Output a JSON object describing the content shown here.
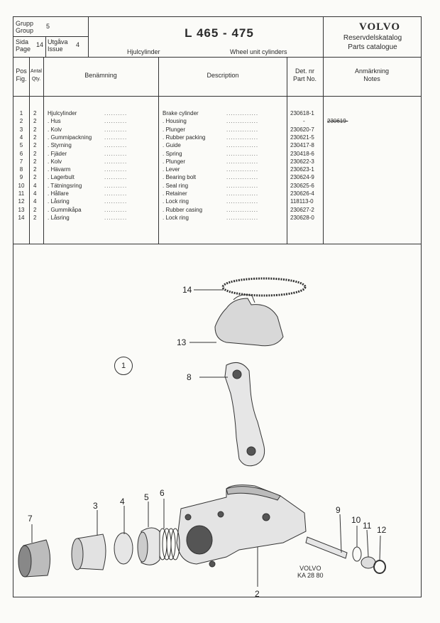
{
  "header": {
    "group_label": "Grupp\nGroup",
    "group_value": "5",
    "page_label": "Sida\nPage",
    "page_value": "14",
    "issue_label": "Utgåva\nIssue",
    "issue_value": "4",
    "title": "L 465 - 475",
    "sub_sv": "Hjulcylinder",
    "sub_en": "Wheel unit cylinders",
    "brand": "VOLVO",
    "catalog_sv": "Reservdelskatalog",
    "catalog_en": "Parts catalogue"
  },
  "columns": {
    "pos": "Pos\nFig.",
    "qty": "Antal\nQty.",
    "name_sv": "Benämning",
    "name_en": "Description",
    "partno": "Det. nr\nPart No.",
    "notes": "Anmärkning\nNotes"
  },
  "rows": [
    {
      "pos": "1",
      "qty": "2",
      "sv": "Hjulcylinder",
      "en": "Brake cylinder",
      "part": "230618-1",
      "note": ""
    },
    {
      "pos": "2",
      "qty": "2",
      "sv": ". Hus",
      "en": ". Housing",
      "part": "-",
      "note": "230619-"
    },
    {
      "pos": "3",
      "qty": "2",
      "sv": ". Kolv",
      "en": ". Plunger",
      "part": "230620-7",
      "note": ""
    },
    {
      "pos": "4",
      "qty": "2",
      "sv": ". Gummipackning",
      "en": ". Rubber packing",
      "part": "230621-5",
      "note": ""
    },
    {
      "pos": "5",
      "qty": "2",
      "sv": ". Styrning",
      "en": ". Guide",
      "part": "230417-8",
      "note": ""
    },
    {
      "pos": "6",
      "qty": "2",
      "sv": ". Fjäder",
      "en": ". Spring",
      "part": "230418-6",
      "note": ""
    },
    {
      "pos": "7",
      "qty": "2",
      "sv": ". Kolv",
      "en": ". Plunger",
      "part": "230622-3",
      "note": ""
    },
    {
      "pos": "8",
      "qty": "2",
      "sv": ". Hävarm",
      "en": ". Lever",
      "part": "230623-1",
      "note": ""
    },
    {
      "pos": "9",
      "qty": "2",
      "sv": ". Lagerbult",
      "en": ". Bearing bolt",
      "part": "230624-9",
      "note": ""
    },
    {
      "pos": "10",
      "qty": "4",
      "sv": ". Tätningsring",
      "en": ". Seal ring",
      "part": "230625-6",
      "note": ""
    },
    {
      "pos": "11",
      "qty": "4",
      "sv": ". Hållare",
      "en": ". Retainer",
      "part": "230626-4",
      "note": ""
    },
    {
      "pos": "12",
      "qty": "4",
      "sv": ". Låsring",
      "en": ". Lock ring",
      "part": "118113-0",
      "note": ""
    },
    {
      "pos": "13",
      "qty": "2",
      "sv": ". Gummikåpa",
      "en": ". Rubber casing",
      "part": "230627-2",
      "note": ""
    },
    {
      "pos": "14",
      "qty": "2",
      "sv": ". Låsring",
      "en": ". Lock ring",
      "part": "230628-0",
      "note": ""
    }
  ],
  "figure": {
    "fig_number": "1",
    "callouts": [
      "14",
      "13",
      "8",
      "7",
      "3",
      "4",
      "5",
      "6",
      "2",
      "9",
      "10",
      "11",
      "12"
    ],
    "stamp_brand": "VOLVO",
    "stamp_code": "KA 28 80"
  }
}
